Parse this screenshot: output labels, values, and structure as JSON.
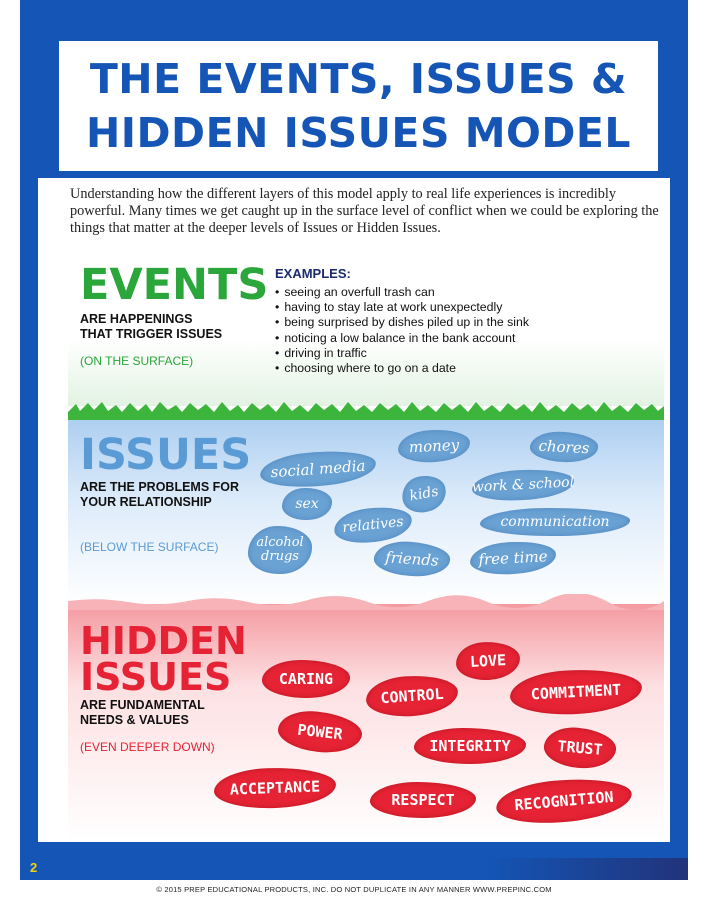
{
  "title": {
    "line1": "THE EVENTS, ISSUES &",
    "line2": "HIDDEN ISSUES MODEL"
  },
  "intro": "Understanding how the different layers of this model apply to real life experiences is incredibly powerful. Many times we get caught up in the surface level of conflict when we could be exploring the things that matter at the deeper levels of Issues or Hidden Issues.",
  "events": {
    "heading": "EVENTS",
    "sub1": "ARE HAPPENINGS",
    "sub2": "THAT TRIGGER ISSUES",
    "note": "(ON THE SURFACE)",
    "examples_title": "EXAMPLES:",
    "examples": [
      "seeing an overfull trash can",
      "having to stay late at work unexpectedly",
      "being surprised by dishes piled up in the sink",
      "noticing a low balance in the bank account",
      "driving in traffic",
      "choosing where to go on a date"
    ]
  },
  "issues": {
    "heading": "ISSUES",
    "sub1": "ARE THE PROBLEMS FOR",
    "sub2": "YOUR RELATIONSHIP",
    "note": "(BELOW THE SURFACE)",
    "tags": {
      "social_media": "social media",
      "money": "money",
      "chores": "chores",
      "sex": "sex",
      "kids": "kids",
      "work_school": "work & school",
      "relatives": "relatives",
      "communication": "communication",
      "alcohol_drugs_1": "alcohol",
      "alcohol_drugs_2": "drugs",
      "friends": "friends",
      "free_time": "free time"
    }
  },
  "hidden": {
    "heading1": "HIDDEN",
    "heading2": "ISSUES",
    "sub1": "ARE FUNDAMENTAL",
    "sub2": "NEEDS & VALUES",
    "note": "(EVEN DEEPER DOWN)",
    "tags": {
      "love": "LOVE",
      "caring": "CARING",
      "control": "CONTROL",
      "commitment": "COMMITMENT",
      "power": "POWER",
      "integrity": "INTEGRITY",
      "trust": "TRUST",
      "acceptance": "ACCEPTANCE",
      "respect": "RESPECT",
      "recognition": "RECOGNITION"
    }
  },
  "colors": {
    "frame_blue": "#1455b5",
    "events_green": "#2aa63a",
    "issues_blue": "#5b9bd5",
    "hidden_red": "#e62334",
    "page_num_yellow": "#f5d20a"
  },
  "page_number": "2",
  "footer": "© 2015 PREP EDUCATIONAL PRODUCTS, INC.   DO NOT DUPLICATE IN ANY MANNER   WWW.PREPINC.COM"
}
